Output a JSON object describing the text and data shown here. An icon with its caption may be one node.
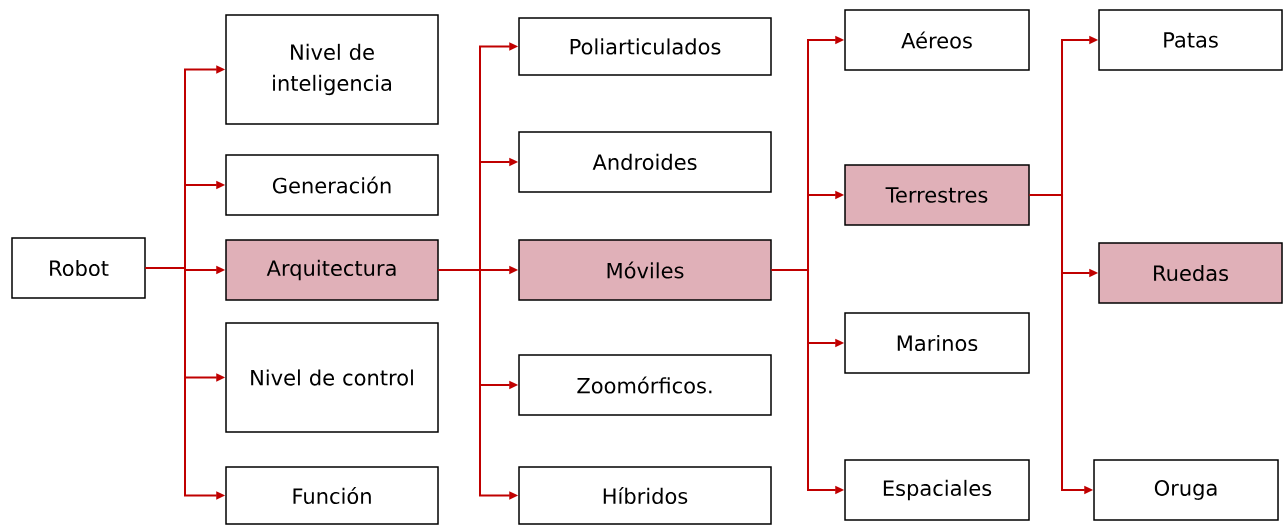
{
  "diagram": {
    "nodes": [
      {
        "text": [
          "Robot"
        ]
      },
      {
        "text": [
          "Nivel de inteligencia"
        ]
      },
      {
        "text": [
          "Generación"
        ]
      },
      {
        "text": [
          "Arquitectura"
        ]
      },
      {
        "text": [
          "Nivel de control"
        ]
      },
      {
        "text": [
          "Función"
        ]
      },
      {
        "text": [
          "Poliarticulados"
        ]
      },
      {
        "text": [
          "Androides"
        ]
      },
      {
        "text": [
          "Móviles"
        ]
      },
      {
        "text": [
          "Zoomórficos."
        ]
      },
      {
        "text": [
          "Híbridos"
        ]
      },
      {
        "text": [
          "Aéreos"
        ]
      },
      {
        "text": [
          "Terrestres"
        ]
      },
      {
        "text": [
          "Marinos"
        ]
      },
      {
        "text": [
          "Espaciales"
        ]
      },
      {
        "text": [
          "Patas"
        ]
      },
      {
        "text": [
          "Ruedas"
        ]
      },
      {
        "text": [
          "Oruga"
        ]
      }
    ],
    "edges": [
      {
        "from": 0,
        "to": 1,
        "arrow": "to"
      },
      {
        "from": 0,
        "to": 2,
        "arrow": "to"
      },
      {
        "from": 0,
        "to": 3,
        "arrow": "to"
      },
      {
        "from": 0,
        "to": 4,
        "arrow": "to"
      },
      {
        "from": 0,
        "to": 5,
        "arrow": "to"
      },
      {
        "from": 3,
        "to": 6,
        "arrow": "to"
      },
      {
        "from": 3,
        "to": 7,
        "arrow": "to"
      },
      {
        "from": 3,
        "to": 8,
        "arrow": "to"
      },
      {
        "from": 3,
        "to": 9,
        "arrow": "to"
      },
      {
        "from": 3,
        "to": 10,
        "arrow": "to"
      },
      {
        "from": 8,
        "to": 11,
        "arrow": "to"
      },
      {
        "from": 8,
        "to": 12,
        "arrow": "to"
      },
      {
        "from": 8,
        "to": 13,
        "arrow": "to"
      },
      {
        "from": 8,
        "to": 14,
        "arrow": "to"
      },
      {
        "from": 12,
        "to": 15,
        "arrow": "to"
      },
      {
        "from": 12,
        "to": 16,
        "arrow": "to"
      },
      {
        "from": 12,
        "to": 17,
        "arrow": "to"
      }
    ]
  }
}
